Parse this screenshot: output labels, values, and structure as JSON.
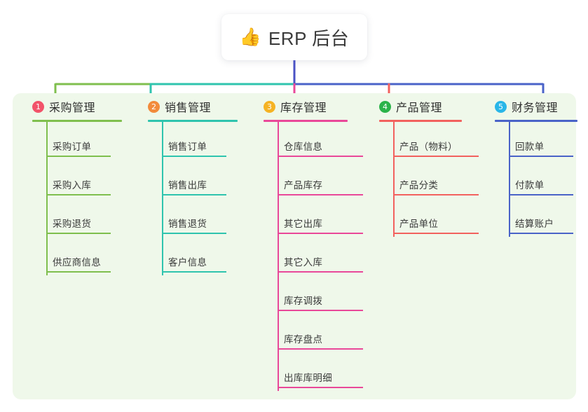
{
  "diagram": {
    "type": "tree",
    "root": {
      "icon": "thumbs-up-icon",
      "emoji": "👍",
      "title": "ERP 后台"
    },
    "panel_background": "#EFF8EA",
    "columns": [
      {
        "number": "1",
        "title": "采购管理",
        "badge_color": "#F2536A",
        "line_color": "#7FBF4E",
        "items": [
          "采购订单",
          "采购入库",
          "采购退货",
          "供应商信息"
        ]
      },
      {
        "number": "2",
        "title": "销售管理",
        "badge_color": "#F28B3C",
        "line_color": "#2FC4AE",
        "items": [
          "销售订单",
          "销售出库",
          "销售退货",
          "客户信息"
        ]
      },
      {
        "number": "3",
        "title": "库存管理",
        "badge_color": "#F5B324",
        "line_color": "#E94899",
        "items": [
          "仓库信息",
          "产品库存",
          "其它出库",
          "其它入库",
          "库存调拨",
          "库存盘点",
          "出库库明细"
        ]
      },
      {
        "number": "4",
        "title": "产品管理",
        "badge_color": "#2BB34A",
        "line_color": "#F2615E",
        "items": [
          "产品（物料）",
          "产品分类",
          "产品单位"
        ]
      },
      {
        "number": "5",
        "title": "财务管理",
        "badge_color": "#29B6E8",
        "line_color": "#4A63C8",
        "items": [
          "回款单",
          "付款单",
          "结算账户"
        ]
      }
    ],
    "connectors": {
      "trunk_color": "#4A52C4",
      "segment_colors": [
        "#7FBF4E",
        "#2FC4AE",
        "#4A63C8",
        "#4A63C8"
      ],
      "drop_colors": [
        "#7FBF4E",
        "#2FC4AE",
        "#E94899",
        "#F2615E",
        "#4A63C8"
      ]
    }
  }
}
